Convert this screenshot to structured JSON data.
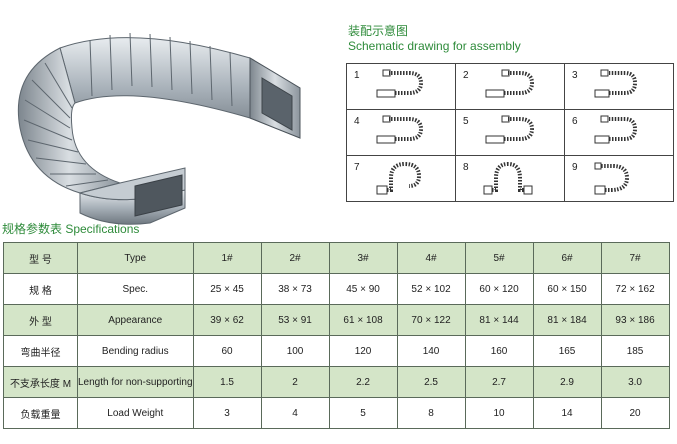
{
  "assembly": {
    "title_cn": "装配示意图",
    "title_en": "Schematic drawing for assembly",
    "cells": [
      "1",
      "2",
      "3",
      "4",
      "5",
      "6",
      "7",
      "8",
      "9"
    ]
  },
  "specs": {
    "title": "规格参数表 Specifications",
    "rows": [
      {
        "cn": "型 号",
        "en": "Type",
        "values": [
          "1#",
          "2#",
          "3#",
          "4#",
          "5#",
          "6#",
          "7#"
        ]
      },
      {
        "cn": "规 格",
        "en": "Spec.",
        "values": [
          "25 × 45",
          "38 × 73",
          "45 × 90",
          "52 × 102",
          "60 × 120",
          "60 × 150",
          "72 × 162"
        ]
      },
      {
        "cn": "外 型",
        "en": "Appearance",
        "values": [
          "39 × 62",
          "53 × 91",
          "61 × 108",
          "70 × 122",
          "81 × 144",
          "81 × 184",
          "93 × 186"
        ]
      },
      {
        "cn": "弯曲半径",
        "en": "Bending radius",
        "values": [
          "60",
          "100",
          "120",
          "140",
          "160",
          "165",
          "185"
        ]
      },
      {
        "cn": "不支承长度 M",
        "en": "Length for non-supporting",
        "values": [
          "1.5",
          "2",
          "2.2",
          "2.5",
          "2.7",
          "2.9",
          "3.0"
        ]
      },
      {
        "cn": "负载重量",
        "en": "Load Weight",
        "values": [
          "3",
          "4",
          "5",
          "8",
          "10",
          "14",
          "20"
        ]
      }
    ]
  },
  "colors": {
    "accent": "#2e8b3a",
    "row_shade": "#d4e5c8",
    "steel": "#9aa4ae"
  }
}
